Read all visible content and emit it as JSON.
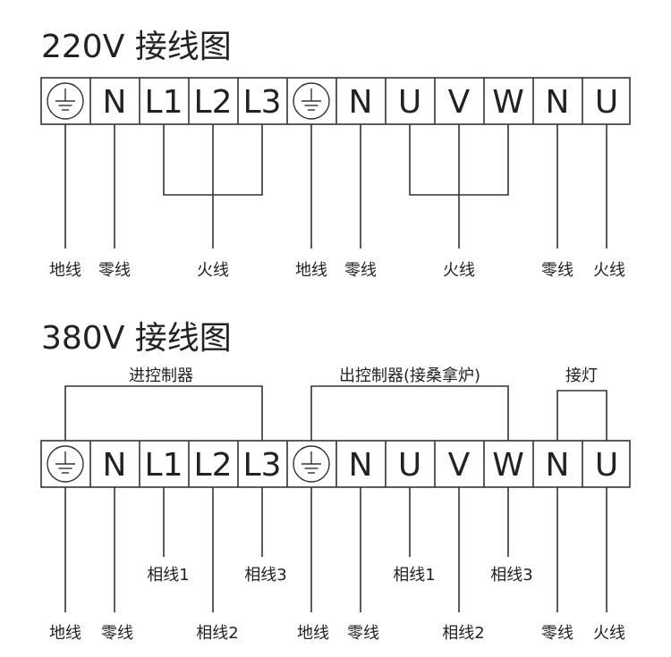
{
  "section_220": {
    "title": "220V 接线图",
    "terminals": [
      "ground",
      "N",
      "L1",
      "L2",
      "L3",
      "ground",
      "N",
      "U",
      "V",
      "W",
      "N",
      "U"
    ],
    "bottom_labels": [
      "地线",
      "零线",
      "火线",
      "地线",
      "零线",
      "火线",
      "零线",
      "火线"
    ]
  },
  "section_380": {
    "title": "380V 接线图",
    "terminals": [
      "ground",
      "N",
      "L1",
      "L2",
      "L3",
      "ground",
      "N",
      "U",
      "V",
      "W",
      "N",
      "U"
    ],
    "group_labels": [
      "进控制器",
      "出控制器(接桑拿炉)",
      "接灯"
    ],
    "mid_labels": [
      "相线1",
      "相线3",
      "相线1",
      "相线3"
    ],
    "bottom_labels": [
      "地线",
      "零线",
      "相线2",
      "地线",
      "零线",
      "相线2",
      "零线",
      "火线"
    ]
  },
  "icons": {
    "ground": "ground-symbol-icon"
  }
}
